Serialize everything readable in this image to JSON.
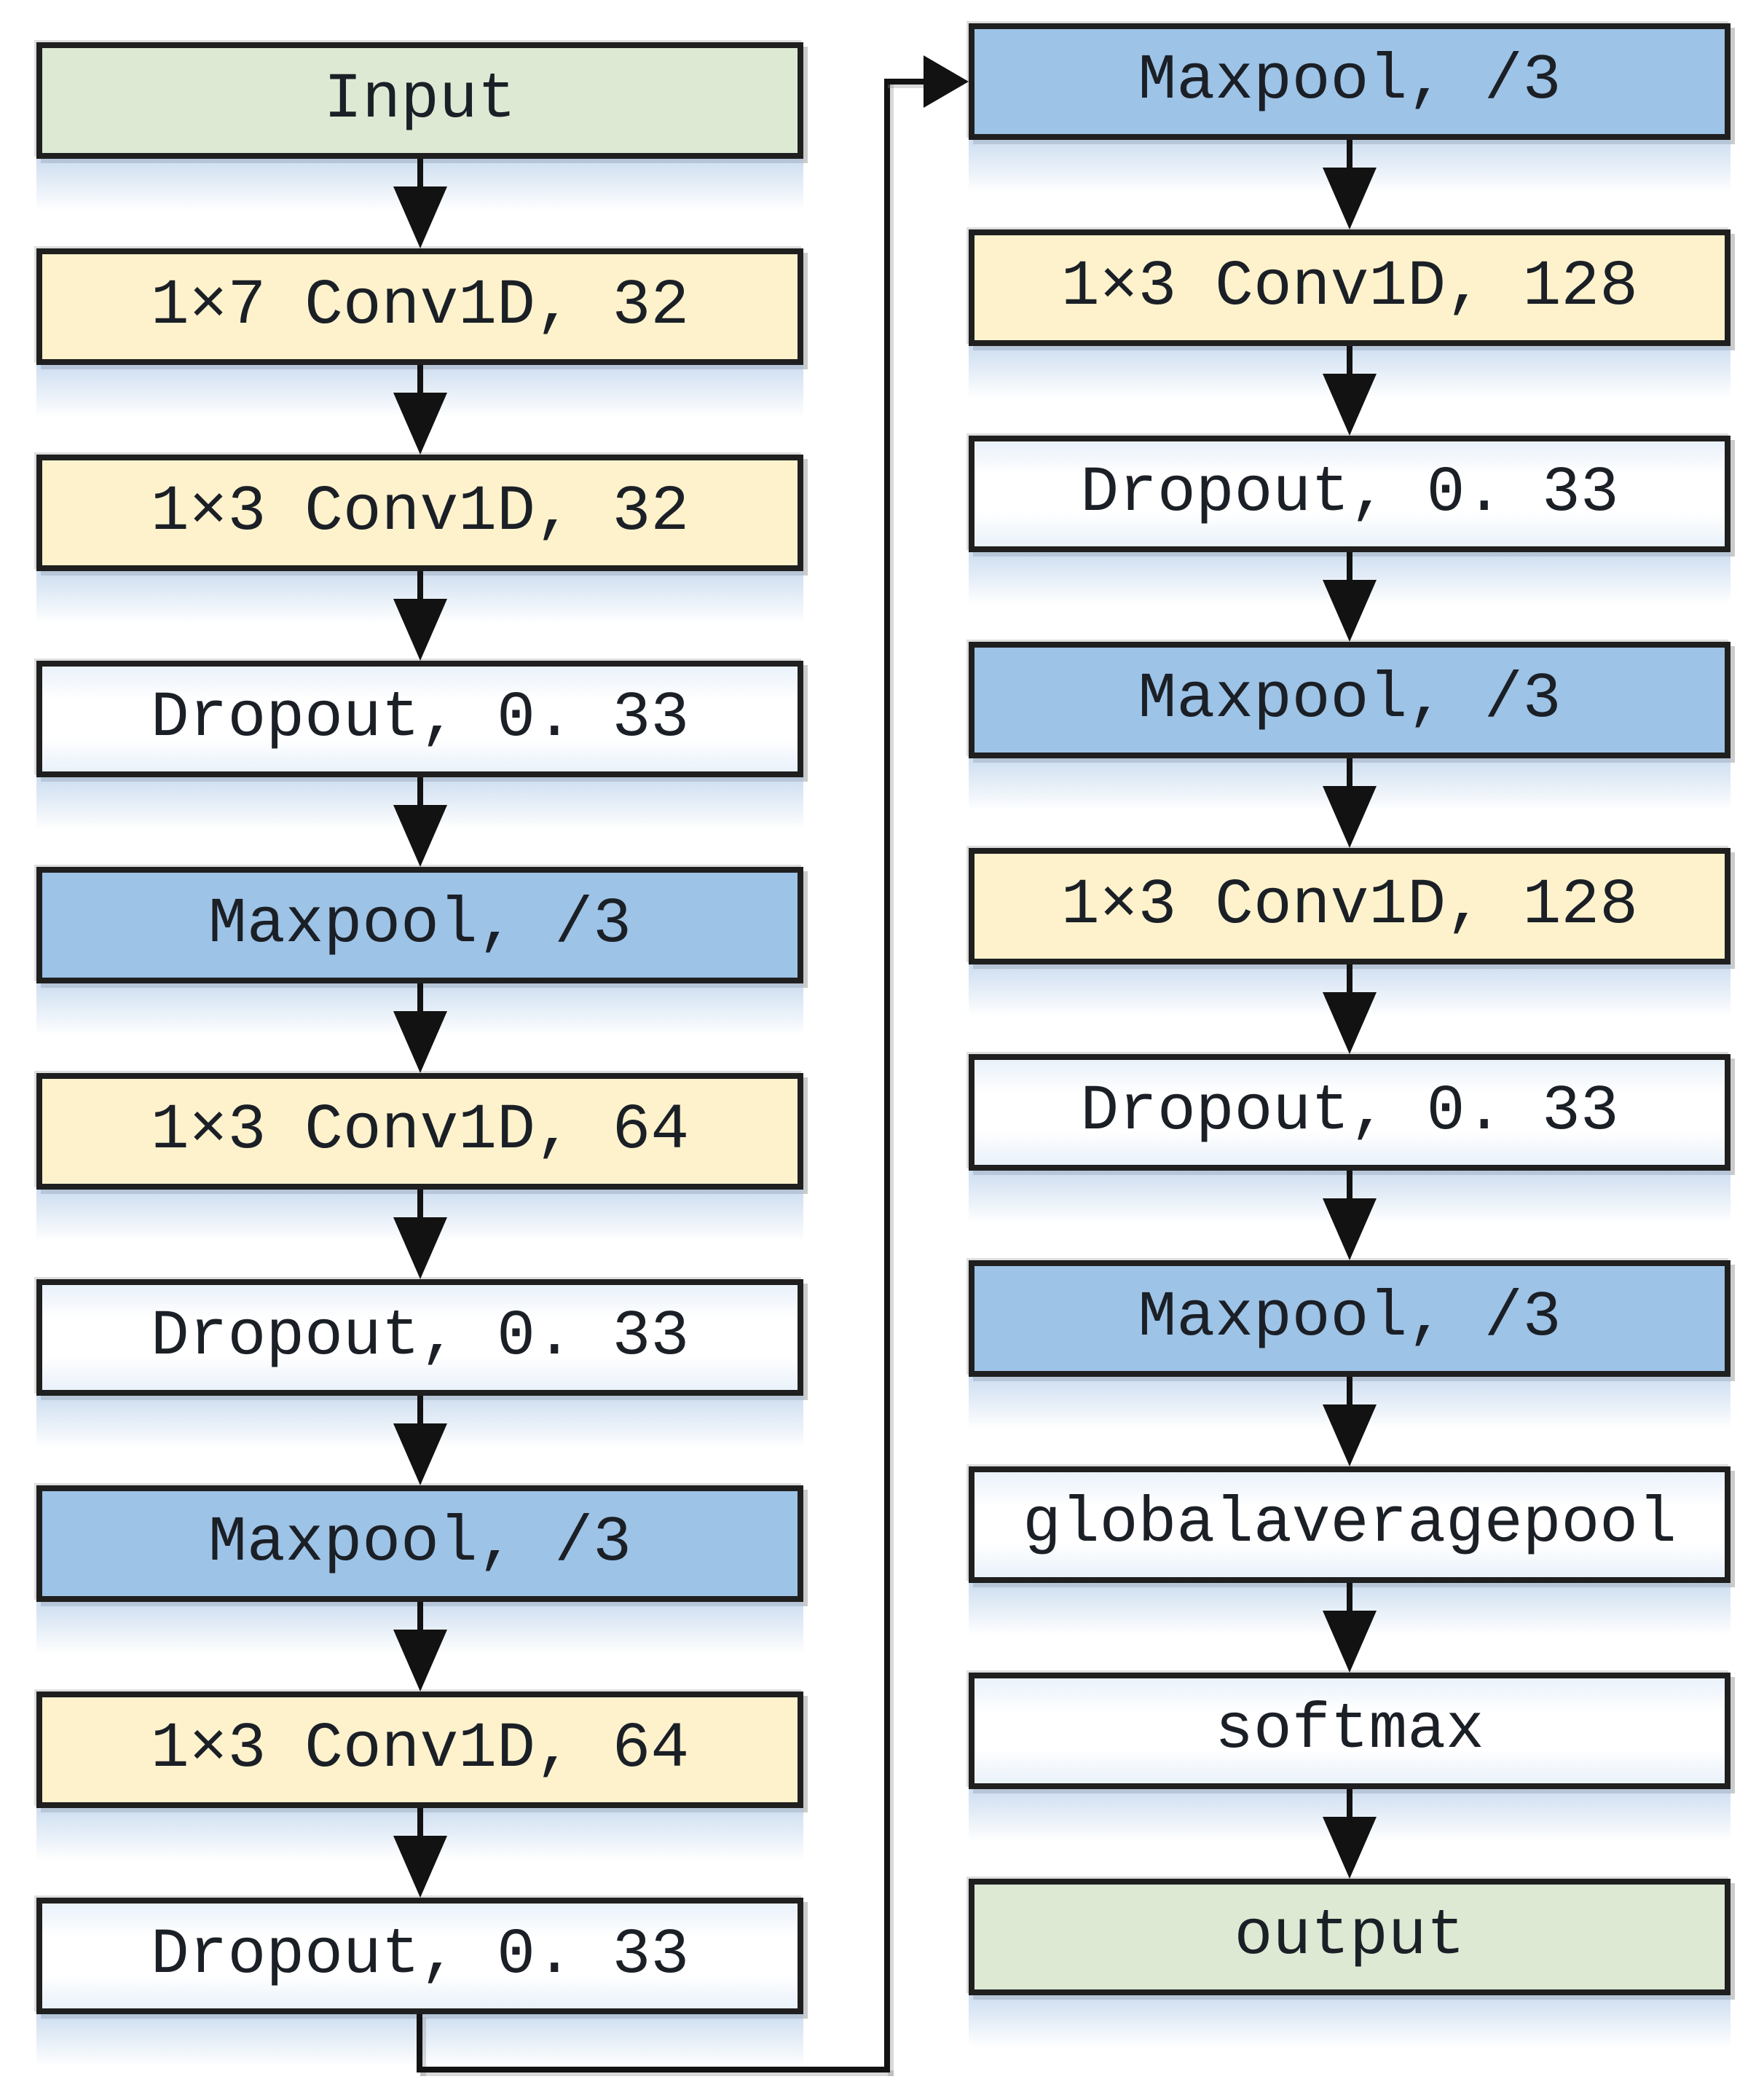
{
  "diagram": {
    "type": "flowchart",
    "description": "1D CNN layer-stack flow diagram, two columns, flow wraps from bottom of left column to top of right column",
    "columns": [
      {
        "id": "left",
        "boxes": [
          {
            "label": "Input",
            "type": "io"
          },
          {
            "label": "1×7 Conv1D, 32",
            "type": "conv"
          },
          {
            "label": "1×3 Conv1D, 32",
            "type": "conv"
          },
          {
            "label": "Dropout, 0. 33",
            "type": "dropout"
          },
          {
            "label": "Maxpool, /3",
            "type": "pool"
          },
          {
            "label": "1×3 Conv1D, 64",
            "type": "conv"
          },
          {
            "label": "Dropout, 0. 33",
            "type": "dropout"
          },
          {
            "label": "Maxpool, /3",
            "type": "pool"
          },
          {
            "label": "1×3 Conv1D, 64",
            "type": "conv"
          },
          {
            "label": "Dropout, 0. 33",
            "type": "dropout"
          }
        ]
      },
      {
        "id": "right",
        "boxes": [
          {
            "label": "Maxpool, /3",
            "type": "pool"
          },
          {
            "label": "1×3 Conv1D, 128",
            "type": "conv"
          },
          {
            "label": "Dropout, 0. 33",
            "type": "dropout"
          },
          {
            "label": "Maxpool, /3",
            "type": "pool"
          },
          {
            "label": "1×3 Conv1D, 128",
            "type": "conv"
          },
          {
            "label": "Dropout, 0. 33",
            "type": "dropout"
          },
          {
            "label": "Maxpool, /3",
            "type": "pool"
          },
          {
            "label": "globalaveragepool",
            "type": "gap"
          },
          {
            "label": "softmax",
            "type": "softmax"
          },
          {
            "label": "output",
            "type": "io"
          }
        ]
      }
    ],
    "colors": {
      "io_fill": "#dde9d3",
      "conv_fill": "#fdf2cc",
      "pool_fill": "#9dc3e6",
      "plain_fill": "#ffffff",
      "border": "#1f1f1f",
      "arrow": "#121212",
      "text": "#1b1f26"
    }
  }
}
